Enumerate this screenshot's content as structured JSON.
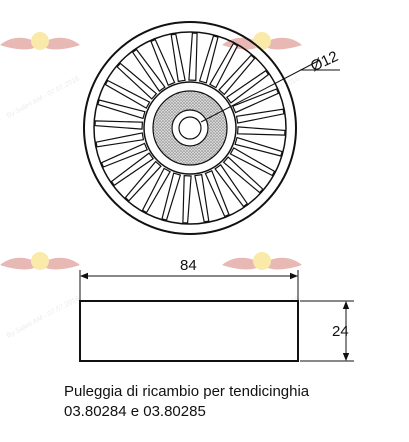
{
  "watermark": {
    "text": "By Saleri AM - 07.07.2016",
    "color": "#c7c7c7",
    "logo_color": "#c0392b",
    "logo_accent": "#f1c40f"
  },
  "top_view": {
    "bore_diameter_label": "Ø12"
  },
  "side_view": {
    "width_label": "84",
    "height_label": "24"
  },
  "caption": {
    "line1": "Puleggia di ricambio per tendicinghia",
    "line2": "03.80284 e 03.80285"
  }
}
